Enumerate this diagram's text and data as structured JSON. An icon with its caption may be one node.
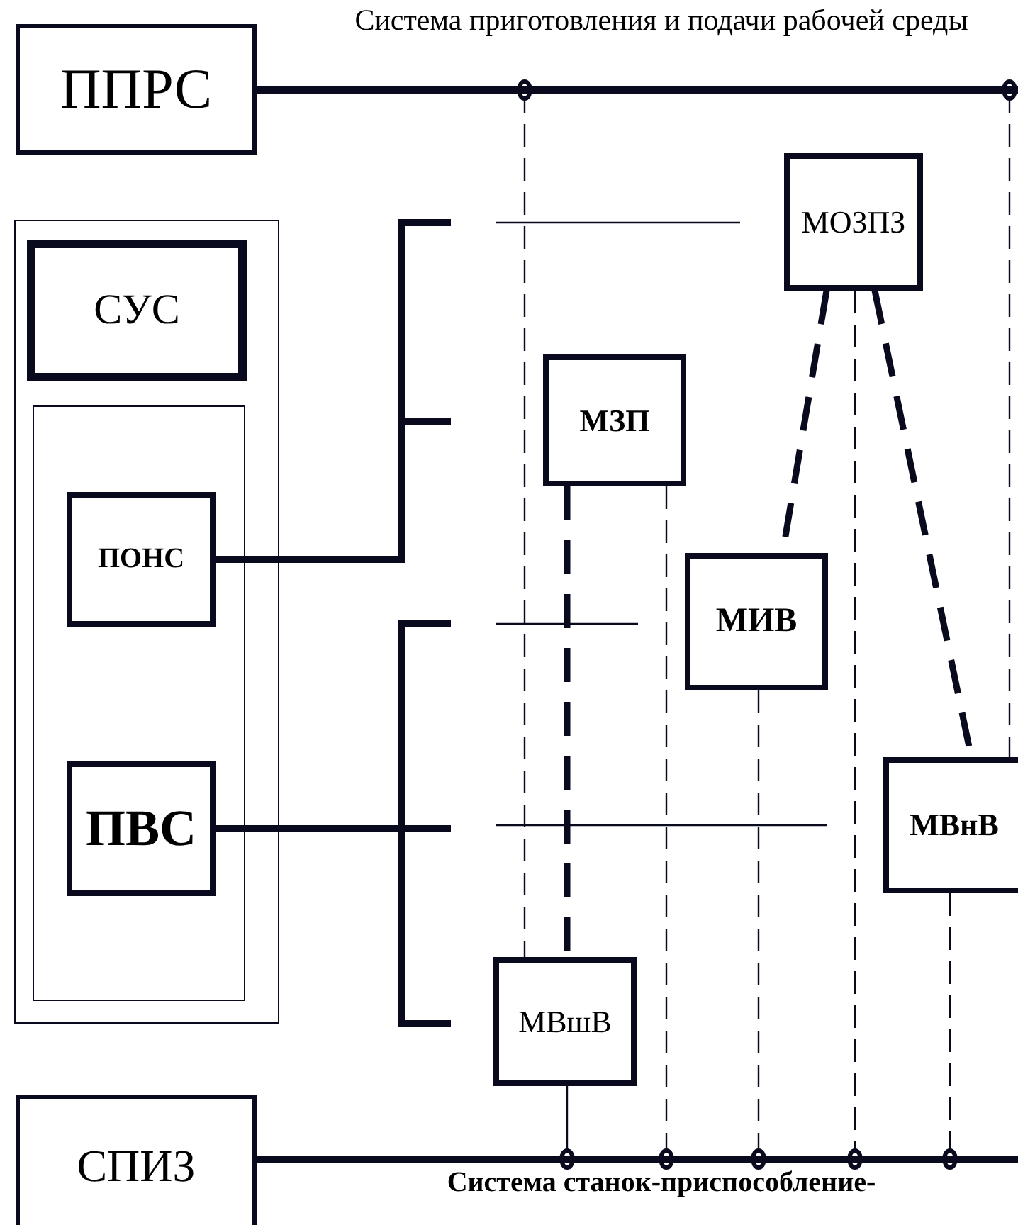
{
  "diagram": {
    "nodes": [
      {
        "text": [
          "ППРС"
        ]
      },
      {
        "text": [
          "Система приготовления и подачи рабочей среды"
        ]
      },
      {
        "text": [],
        "shape": "box"
      },
      {
        "text": [
          "СУС"
        ],
        "in": 2
      },
      {
        "text": [],
        "shape": "box",
        "in": 2
      },
      {
        "text": [
          "ПОНС"
        ],
        "in": 4
      },
      {
        "text": [
          "ПВС"
        ],
        "in": 4
      },
      {
        "text": [
          "МОЗПЗ"
        ]
      },
      {
        "text": [
          "МЗП"
        ]
      },
      {
        "text": [
          "МИВ"
        ]
      },
      {
        "text": [
          "МВнВ"
        ]
      },
      {
        "text": [
          "МВшВ"
        ]
      },
      {
        "text": [
          "СПИЗ"
        ]
      },
      {
        "text": [
          "Система станок-приспособление-"
        ]
      }
    ],
    "edges": [
      {
        "from": 0,
        "to": 1,
        "arrow": "none"
      },
      {
        "from": 12,
        "to": 13,
        "arrow": "none"
      },
      {
        "from": 5,
        "to": null,
        "arrow": "none"
      },
      {
        "from": 5,
        "to": null,
        "arrow": "none"
      },
      {
        "from": 6,
        "to": null,
        "arrow": "none"
      },
      {
        "from": 6,
        "to": null,
        "arrow": "none"
      },
      {
        "from": 6,
        "to": null,
        "arrow": "none"
      },
      {
        "from": 8,
        "to": 11,
        "arrow": "none",
        "style": "dashed"
      },
      {
        "from": 7,
        "to": 9,
        "arrow": "none",
        "style": "dashed"
      },
      {
        "from": 7,
        "to": 10,
        "arrow": "none",
        "style": "dashed"
      },
      {
        "from": 1,
        "to": 11,
        "arrow": "other",
        "style": "dashed"
      },
      {
        "from": 1,
        "to": 10,
        "arrow": "other",
        "style": "dashed"
      },
      {
        "from": 8,
        "to": 13,
        "arrow": "other",
        "style": "dashed"
      },
      {
        "from": 9,
        "to": 13,
        "arrow": "other",
        "style": "dashed"
      },
      {
        "from": 7,
        "to": 13,
        "arrow": "other",
        "style": "dashed"
      },
      {
        "from": 10,
        "to": 13,
        "arrow": "other",
        "style": "dashed"
      },
      {
        "from": 11,
        "to": 13,
        "arrow": "other"
      }
    ]
  }
}
